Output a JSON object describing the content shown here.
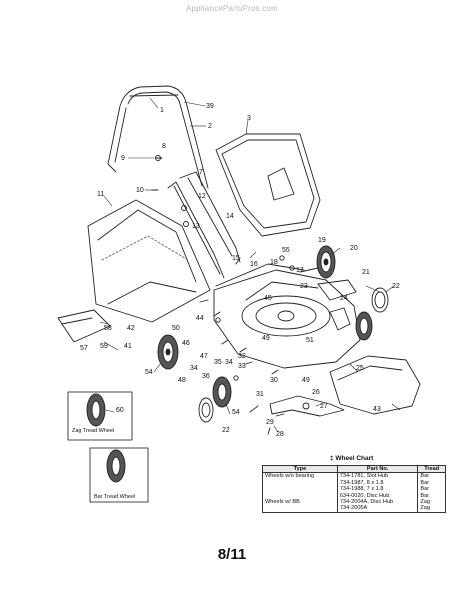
{
  "watermark": "AppliancePartsPros.com",
  "part_labels": [
    {
      "name": "part-1",
      "text": "1"
    },
    {
      "name": "part-39",
      "text": "39"
    },
    {
      "name": "part-2",
      "text": "2"
    },
    {
      "name": "part-3",
      "text": "3"
    },
    {
      "name": "part-9",
      "text": "9"
    },
    {
      "name": "part-8",
      "text": "8"
    },
    {
      "name": "part-7",
      "text": "7"
    },
    {
      "name": "part-11",
      "text": "11"
    },
    {
      "name": "part-10",
      "text": "10"
    },
    {
      "name": "part-12",
      "text": "12"
    },
    {
      "name": "part-13",
      "text": "13"
    },
    {
      "name": "part-14",
      "text": "14"
    },
    {
      "name": "part-19",
      "text": "19"
    },
    {
      "name": "part-20",
      "text": "20"
    },
    {
      "name": "part-15",
      "text": "15"
    },
    {
      "name": "part-16",
      "text": "16"
    },
    {
      "name": "part-55",
      "text": "55"
    },
    {
      "name": "part-18",
      "text": "18"
    },
    {
      "name": "part-17",
      "text": "17"
    },
    {
      "name": "part-21",
      "text": "21"
    },
    {
      "name": "part-22a",
      "text": "22"
    },
    {
      "name": "part-23",
      "text": "23"
    },
    {
      "name": "part-24",
      "text": "24"
    },
    {
      "name": "part-45",
      "text": "45"
    },
    {
      "name": "part-42",
      "text": "42"
    },
    {
      "name": "part-44",
      "text": "44"
    },
    {
      "name": "part-58",
      "text": "58"
    },
    {
      "name": "part-50",
      "text": "50"
    },
    {
      "name": "part-59",
      "text": "59"
    },
    {
      "name": "part-57",
      "text": "57"
    },
    {
      "name": "part-41",
      "text": "41"
    },
    {
      "name": "part-51",
      "text": "51"
    },
    {
      "name": "part-49a",
      "text": "49"
    },
    {
      "name": "part-32",
      "text": "32"
    },
    {
      "name": "part-47",
      "text": "47"
    },
    {
      "name": "part-46",
      "text": "46"
    },
    {
      "name": "part-35",
      "text": "35"
    },
    {
      "name": "part-33",
      "text": "33"
    },
    {
      "name": "part-34a",
      "text": "34"
    },
    {
      "name": "part-54a",
      "text": "54"
    },
    {
      "name": "part-34b",
      "text": "34"
    },
    {
      "name": "part-48",
      "text": "48"
    },
    {
      "name": "part-25",
      "text": "25"
    },
    {
      "name": "part-36",
      "text": "36"
    },
    {
      "name": "part-30",
      "text": "30"
    },
    {
      "name": "part-49b",
      "text": "49"
    },
    {
      "name": "part-31",
      "text": "31"
    },
    {
      "name": "part-26",
      "text": "26"
    },
    {
      "name": "part-54b",
      "text": "54"
    },
    {
      "name": "part-43",
      "text": "43"
    },
    {
      "name": "part-27",
      "text": "27"
    },
    {
      "name": "part-29",
      "text": "29"
    },
    {
      "name": "part-22b",
      "text": "22"
    },
    {
      "name": "part-28",
      "text": "28"
    },
    {
      "name": "part-60",
      "text": "60"
    }
  ],
  "tread_captions": {
    "zag": "Zag Tread Wheel",
    "bar": "Bar Tread Wheel"
  },
  "wheel_chart": {
    "title": "‡ Wheel Chart",
    "headers": [
      "Type",
      "Part No.",
      "Tread"
    ],
    "rows": [
      [
        "Wheels w/o bearing",
        "734-1781, Slot Hub",
        "Bar"
      ],
      [
        "",
        "734-1987, 8 x 1.8",
        "Bar"
      ],
      [
        "",
        "734-1988, 7 x 1.8",
        "Bar"
      ],
      [
        "",
        "634-0020, Disc Hub",
        "Bar"
      ],
      [
        "Wheels w/ BB",
        "734-2004A, Disc Hub",
        "Zag"
      ],
      [
        "",
        "734-2005A",
        "Zag"
      ]
    ]
  },
  "page_number": "8/11"
}
